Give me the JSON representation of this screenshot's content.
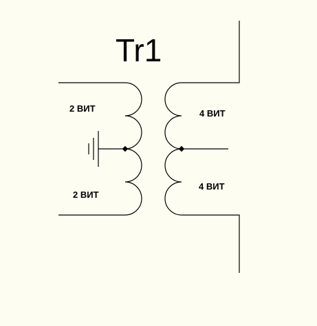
{
  "diagram": {
    "title": "Tr1",
    "primary": {
      "upper_winding_label": "2 ВИТ",
      "lower_winding_label": "2 ВИТ"
    },
    "secondary": {
      "upper_winding_label": "4 ВИТ",
      "lower_winding_label": "4 ВИТ"
    },
    "colors": {
      "background": "#fdfdf1",
      "line": "#000000"
    }
  }
}
